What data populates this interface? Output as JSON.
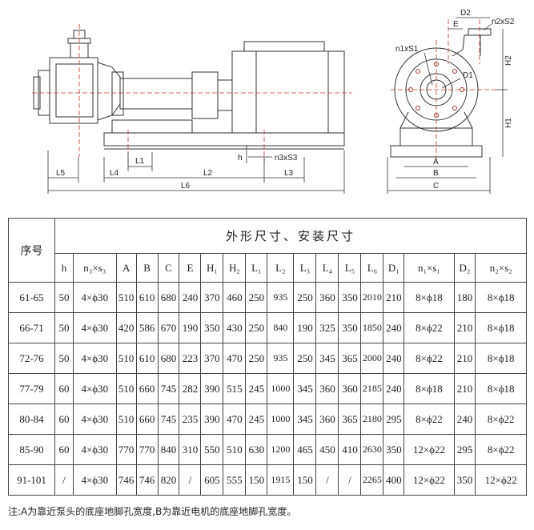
{
  "drawing": {
    "side_labels": {
      "L1": "L1",
      "L2": "L2",
      "L3": "L3",
      "L4": "L4",
      "L5": "L5",
      "L6": "L6",
      "h": "h",
      "n3xS3": "n3xS3"
    },
    "front_labels": {
      "D2": "D2",
      "E": "E",
      "n2xS2": "n2xS2",
      "n1xS1": "n1xS1",
      "D1": "D1",
      "H2": "H2",
      "H1": "H1",
      "A": "A",
      "B": "B",
      "C": "C"
    }
  },
  "table": {
    "seq_header": "序号",
    "group_header": "外形尺寸、安装尺寸",
    "columns": [
      "h",
      "n₃×s₃",
      "A",
      "B",
      "C",
      "E",
      "H₁",
      "H₂",
      "L₁",
      "L₂",
      "L₃",
      "L₄",
      "L₅",
      "L₆",
      "D₁",
      "n₁×s₁",
      "D₂",
      "n₂×s₂"
    ],
    "rows": [
      [
        "61-65",
        "50",
        "4×ϕ30",
        "510",
        "610",
        "680",
        "240",
        "370",
        "460",
        "250",
        "935",
        "250",
        "360",
        "350",
        "2010",
        "210",
        "8×ϕ18",
        "180",
        "8×ϕ18"
      ],
      [
        "66-71",
        "50",
        "4×ϕ30",
        "420",
        "586",
        "670",
        "190",
        "350",
        "430",
        "250",
        "840",
        "190",
        "325",
        "350",
        "1850",
        "240",
        "8×ϕ22",
        "210",
        "8×ϕ18"
      ],
      [
        "72-76",
        "50",
        "4×ϕ30",
        "510",
        "610",
        "680",
        "223",
        "370",
        "470",
        "250",
        "935",
        "250",
        "345",
        "365",
        "2000",
        "240",
        "8×ϕ22",
        "210",
        "8×ϕ18"
      ],
      [
        "77-79",
        "60",
        "4×ϕ30",
        "510",
        "660",
        "745",
        "282",
        "390",
        "515",
        "245",
        "1000",
        "345",
        "360",
        "360",
        "2185",
        "240",
        "8×ϕ18",
        "210",
        "8×ϕ18"
      ],
      [
        "80-84",
        "60",
        "4×ϕ30",
        "510",
        "660",
        "745",
        "235",
        "390",
        "470",
        "245",
        "1000",
        "345",
        "360",
        "365",
        "2180",
        "295",
        "8×ϕ22",
        "240",
        "8×ϕ22"
      ],
      [
        "85-90",
        "60",
        "4×ϕ30",
        "770",
        "770",
        "840",
        "310",
        "550",
        "510",
        "630",
        "1200",
        "465",
        "450",
        "410",
        "2630",
        "350",
        "12×ϕ22",
        "295",
        "8×ϕ22"
      ],
      [
        "91-101",
        "/",
        "4×ϕ30",
        "746",
        "746",
        "820",
        "/",
        "605",
        "555",
        "150",
        "1915",
        "150",
        "/",
        "/",
        "2265",
        "400",
        "12×ϕ22",
        "350",
        "12×ϕ22"
      ]
    ]
  },
  "note": "注:A为靠近泵头的底座地脚孔宽度,B为靠近电机的底座地脚孔宽度。"
}
